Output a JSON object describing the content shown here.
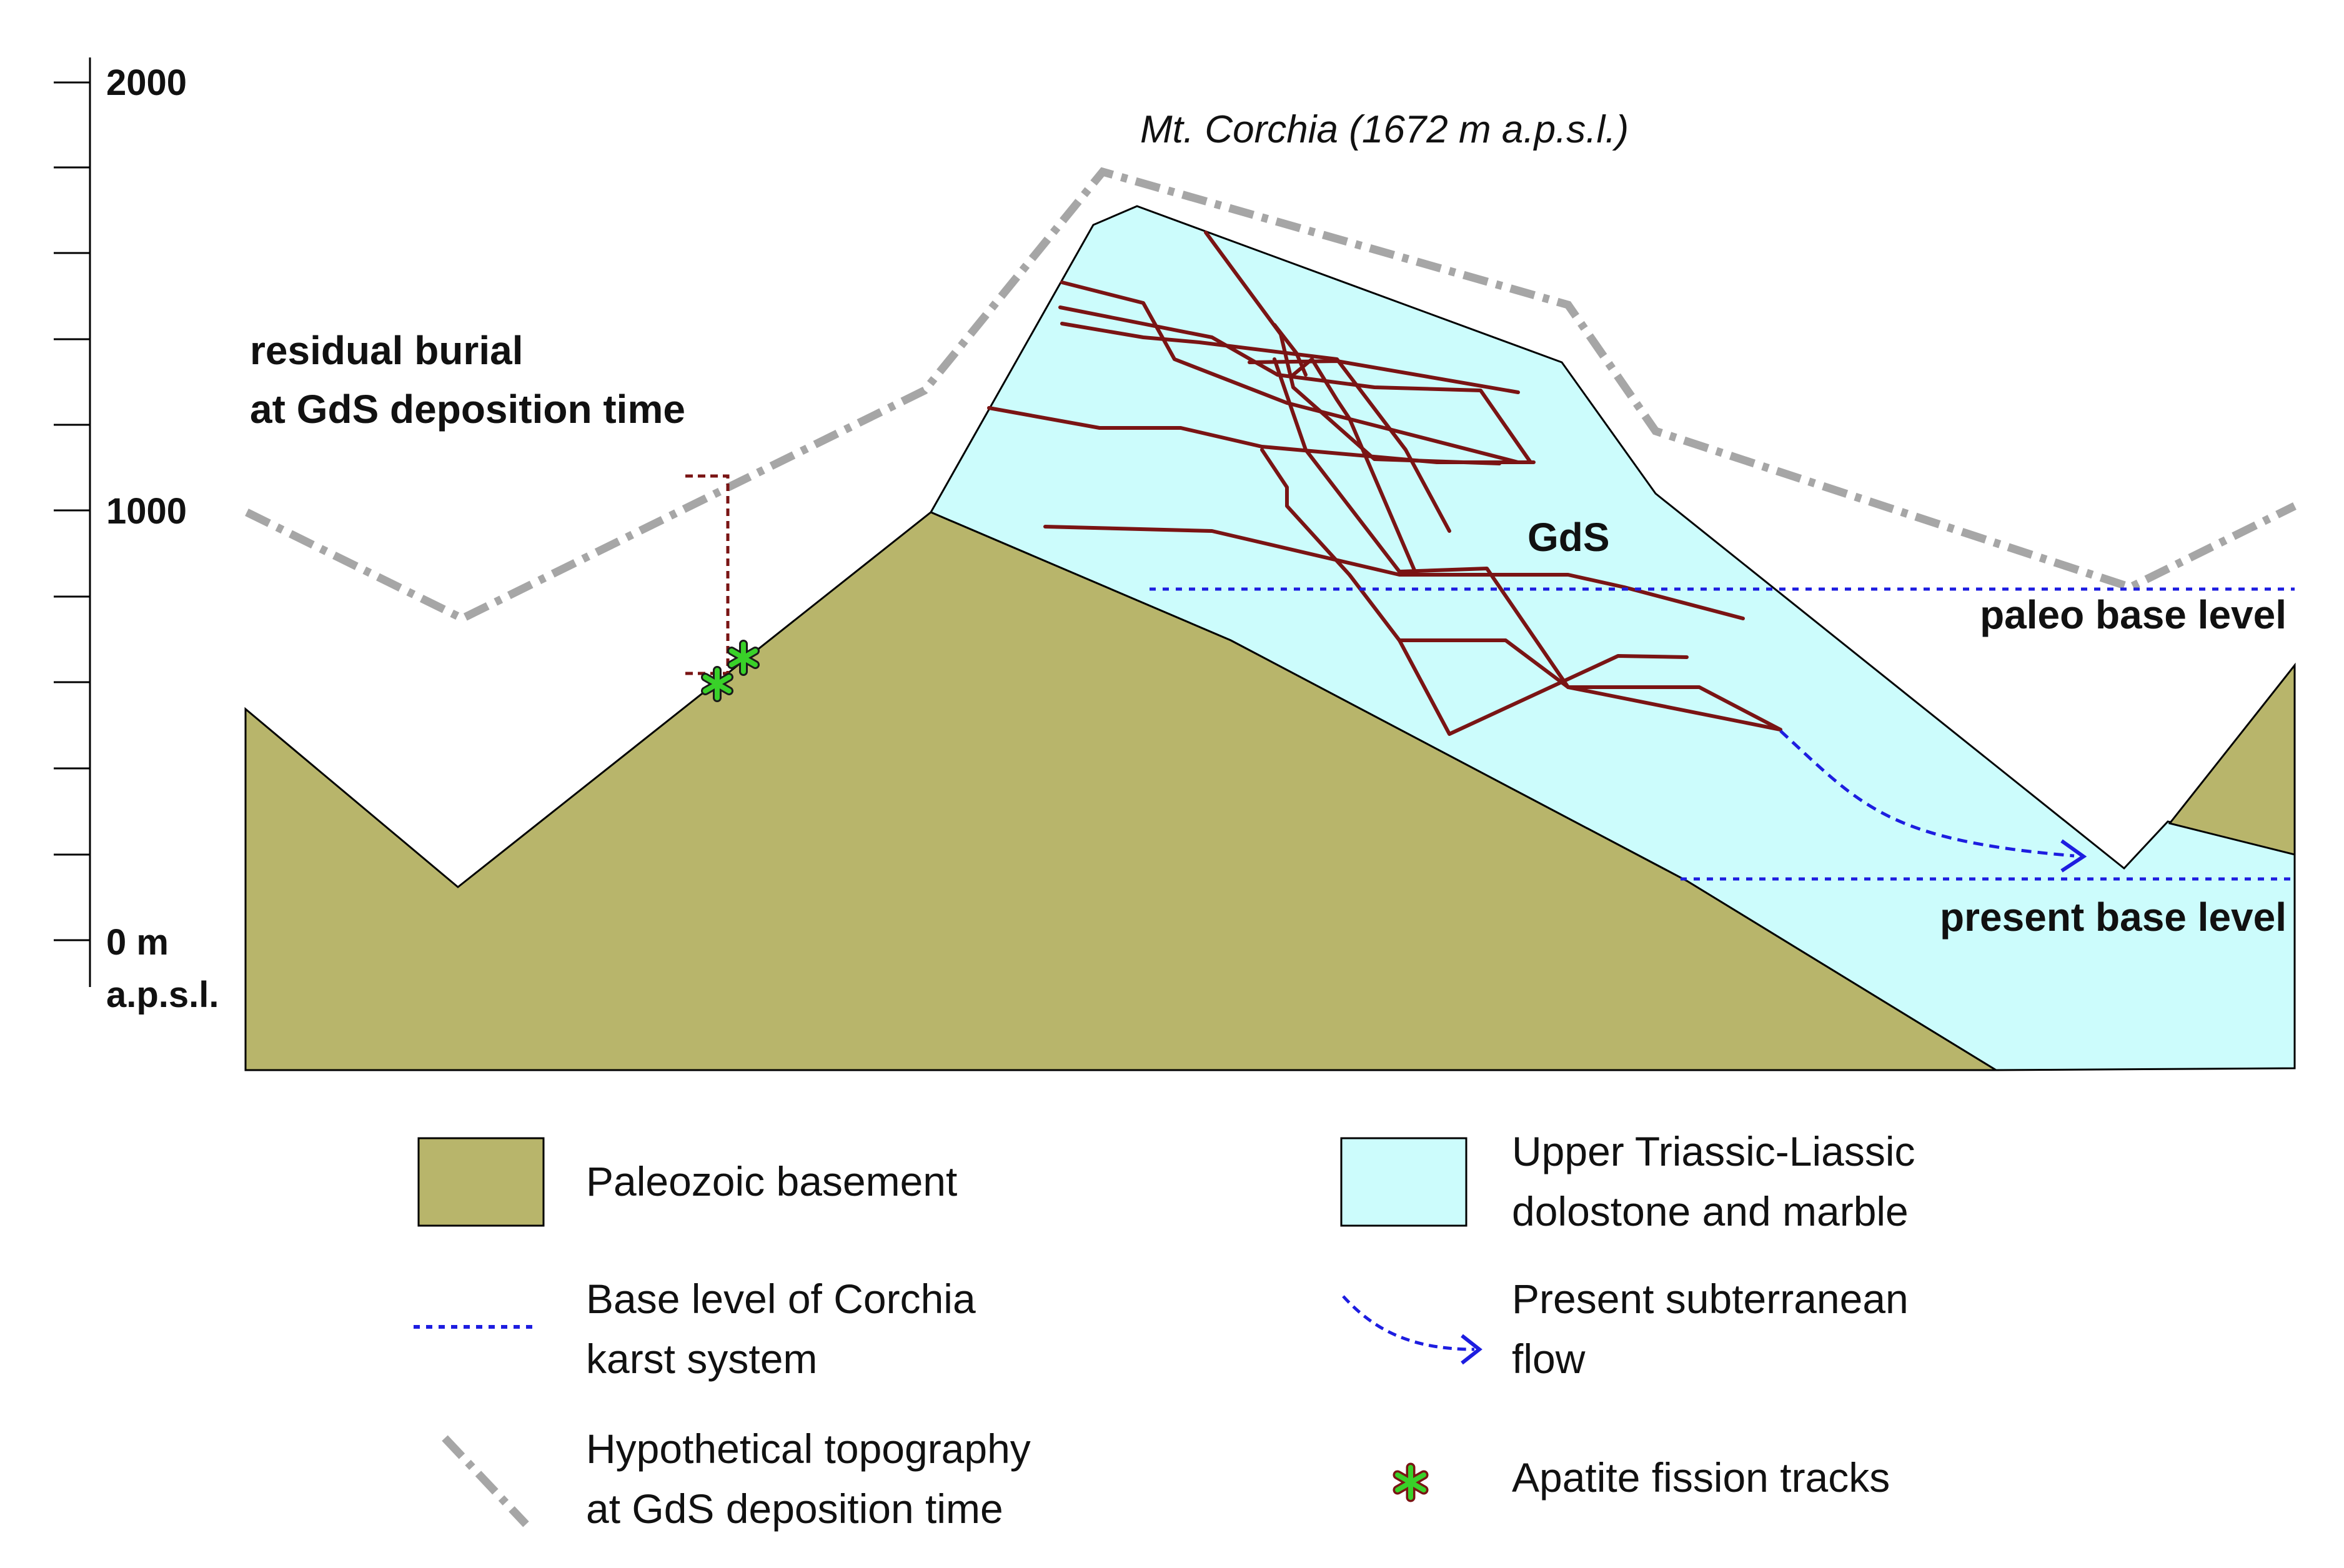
{
  "axis": {
    "top_label": "2000",
    "mid_label": "1000",
    "zero_label": "0 m",
    "zero_unit": "a.p.s.l."
  },
  "labels": {
    "mountain": "Mt. Corchia (1672 m a.p.s.l.)",
    "burial_line1": "residual burial",
    "burial_line2": "at GdS deposition time",
    "gds": "GdS",
    "paleo": "paleo base level",
    "present": "present base level"
  },
  "legend": {
    "basement": "Paleozoic basement",
    "dolostone_line1": "Upper Triassic-Liassic",
    "dolostone_line2": "dolostone and marble",
    "base_level_line1": "Base level of Corchia",
    "base_level_line2": "karst system",
    "flow_line1": "Present subterranean",
    "flow_line2": "flow",
    "topo_line1": "Hypothetical topography",
    "topo_line2": "at GdS deposition time",
    "apatite": "Apatite fission tracks"
  },
  "colors": {
    "basement": "#b8b56b",
    "dolostone": "#ccfcfc",
    "conduit": "#7a1414",
    "base_level": "#1d1de0",
    "topography": "#a6a6a6",
    "burial": "#7a1414",
    "apatite_fill": "#39d129"
  }
}
